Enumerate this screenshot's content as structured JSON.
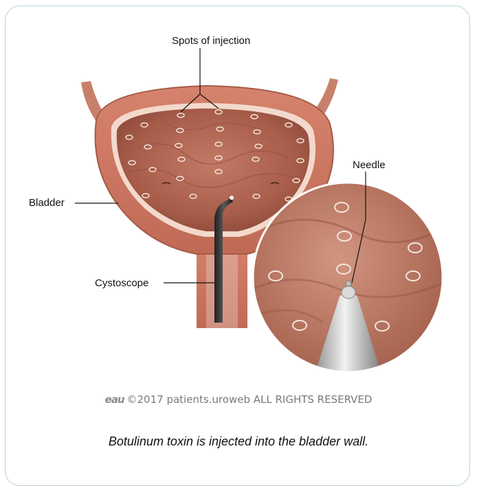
{
  "labels": {
    "spots_of_injection": "Spots of injection",
    "needle": "Needle",
    "bladder": "Bladder",
    "cystoscope": "Cystoscope"
  },
  "copyright": {
    "logo_text": "eau",
    "text": "©2017 patients.uroweb ALL RIGHTS RESERVED"
  },
  "caption": "Botulinum toxin is injected into the bladder wall.",
  "colors": {
    "card_border": "#b9cfdc",
    "bladder_wall": "#c97560",
    "bladder_interior": "#b06450",
    "instrument": "#3a3a3a",
    "spot_ring": "#f3e6dc"
  }
}
